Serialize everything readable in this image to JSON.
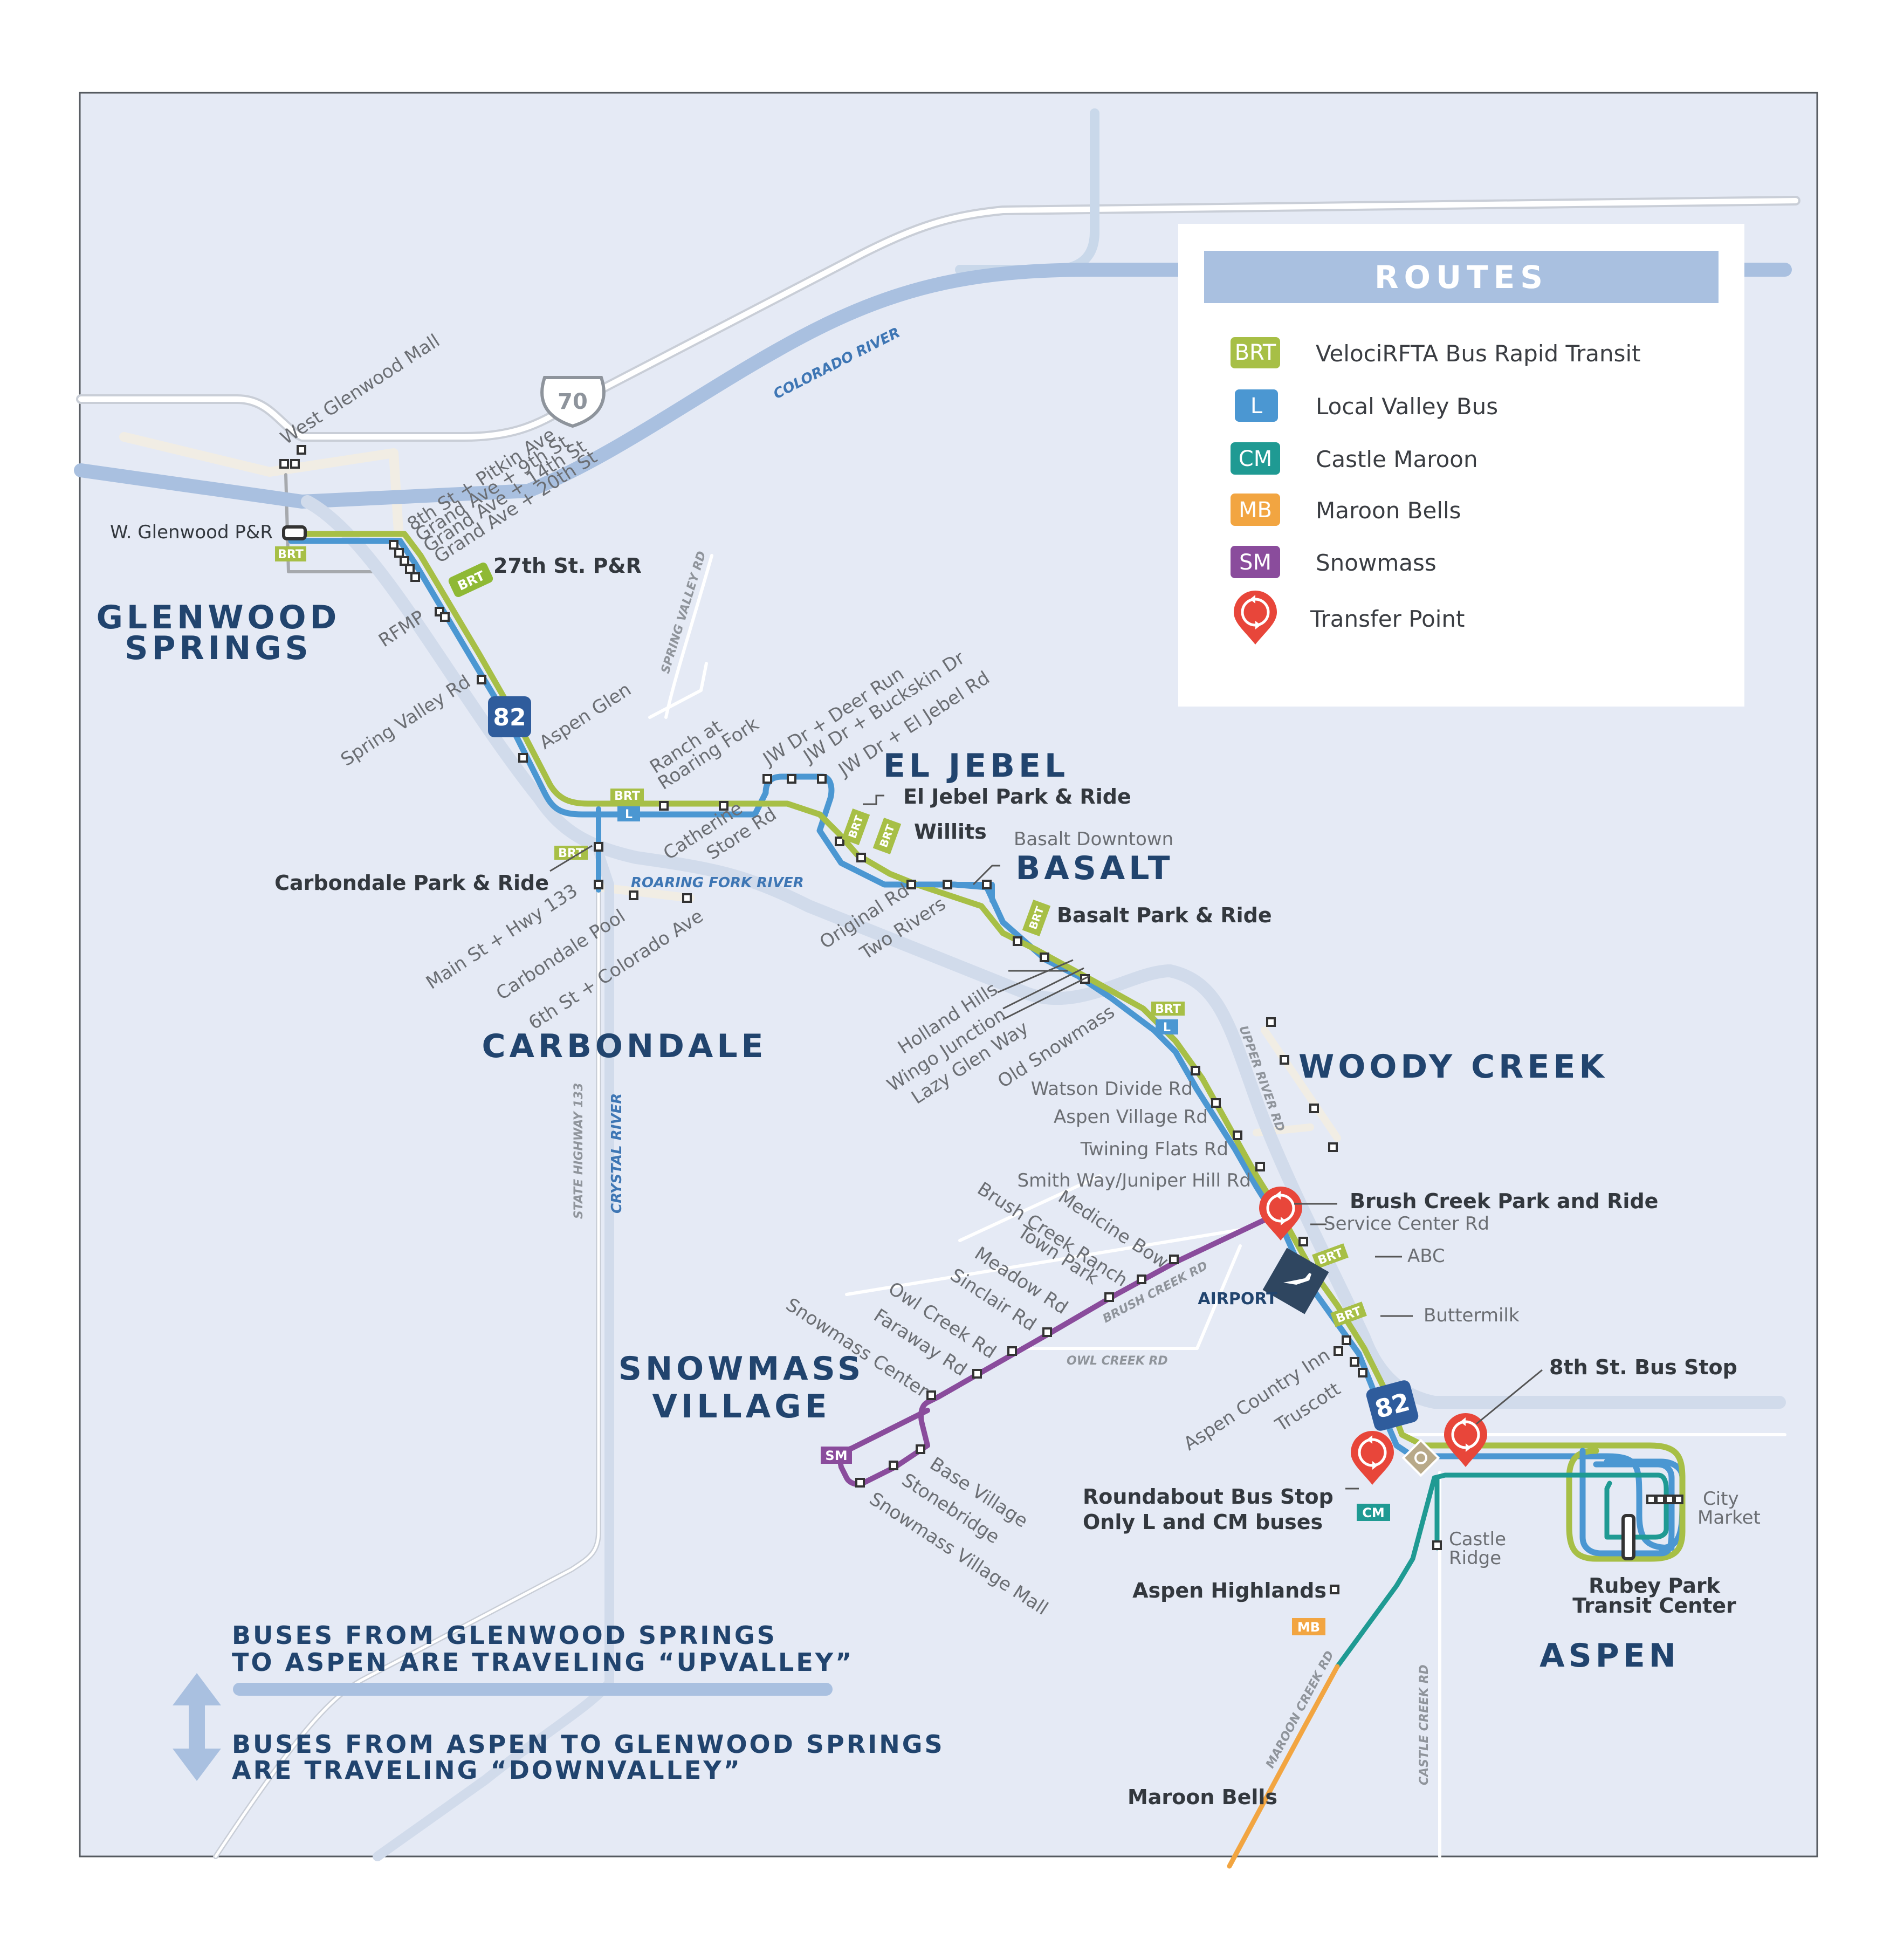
{
  "legend": {
    "title": "ROUTES",
    "items": [
      {
        "code": "BRT",
        "label": "VelociRFTA Bus Rapid Transit",
        "color": "#a7bf46"
      },
      {
        "code": "L",
        "label": "Local Valley Bus",
        "color": "#4b97d2"
      },
      {
        "code": "CM",
        "label": "Castle Maroon",
        "color": "#1f9a93"
      },
      {
        "code": "MB",
        "label": "Maroon Bells",
        "color": "#f2a541"
      },
      {
        "code": "SM",
        "label": "Snowmass",
        "color": "#8a4c9c"
      }
    ],
    "transfer_label": "Transfer Point"
  },
  "colors": {
    "background": "#e5eaf5",
    "brt": "#a7bf46",
    "local": "#4b97d2",
    "castle_maroon": "#1f9a93",
    "maroon_bells": "#f2a541",
    "snowmass": "#8a4c9c",
    "transfer": "#e8463a",
    "river": "#a9c0e0",
    "town_label": "#21446e"
  },
  "towns": {
    "glenwood_1": "GLENWOOD",
    "glenwood_2": "SPRINGS",
    "el_jebel": "EL JEBEL",
    "basalt": "BASALT",
    "carbondale": "CARBONDALE",
    "woody_creek": "WOODY CREEK",
    "snowmass_1": "SNOWMASS",
    "snowmass_2": "VILLAGE",
    "aspen": "ASPEN"
  },
  "highways": {
    "i70": "70",
    "hwy82": "82"
  },
  "rivers": {
    "colorado": "COLORADO RIVER",
    "roaring_fork": "ROARING FORK RIVER",
    "crystal": "CRYSTAL RIVER"
  },
  "roads": {
    "spring_valley": "SPRING VALLEY RD",
    "state_hwy_133": "STATE HIGHWAY 133",
    "upper_river": "UPPER RIVER RD",
    "brush_creek": "BRUSH CREEK RD",
    "owl_creek": "OWL CREEK RD",
    "maroon_creek": "MAROON CREEK RD",
    "castle_creek": "CASTLE CREEK RD"
  },
  "key_stops": {
    "w_glenwood_pr": "W. Glenwood P&R",
    "st27_pr": "27th St. P&R",
    "el_jebel_pr": "El Jebel Park & Ride",
    "willits": "Willits",
    "carbondale_pr": "Carbondale Park & Ride",
    "basalt_pr": "Basalt Park & Ride",
    "brush_creek_pr": "Brush Creek Park and Ride",
    "st8_bus_stop": "8th St. Bus Stop",
    "roundabout_1": "Roundabout  Bus Stop",
    "roundabout_2": "Only L and CM buses",
    "aspen_highlands": "Aspen Highlands",
    "rubey_1": "Rubey Park",
    "rubey_2": "Transit Center",
    "maroon_bells": "Maroon Bells"
  },
  "stops": {
    "west_glenwood_mall": "West Glenwood Mall",
    "pitkin": "8th St + Pitkin Ave",
    "ninth": "Grand Ave + 9th St",
    "fourteenth": "Grand Ave + 14th St",
    "twentieth": "Grand Ave + 20th St",
    "rfmp": "RFMP",
    "spring_valley_rd": "Spring Valley Rd",
    "aspen_glen": "Aspen Glen",
    "ranch_1": "Ranch at",
    "ranch_2": "Roaring Fork",
    "deer_run": "JW Dr + Deer Run",
    "buckskin": "JW Dr + Buckskin Dr",
    "el_jebel_rd": "JW Dr + El Jebel Rd",
    "catherine_1": "Catherine",
    "catherine_2": "Store Rd",
    "basalt_downtown": "Basalt Downtown",
    "original_rd": "Original Rd",
    "two_rivers": "Two Rivers",
    "main_hwy133": "Main St + Hwy 133",
    "carbondale_pool": "Carbondale Pool",
    "sixth_colorado": "6th St + Colorado Ave",
    "holland_hills": "Holland Hills",
    "wingo": "Wingo Junction",
    "lazy_glen": "Lazy Glen Way",
    "old_snowmass": "Old Snowmass",
    "watson": "Watson Divide Rd",
    "aspen_village": "Aspen Village Rd",
    "twining": "Twining Flats Rd",
    "smith_way": "Smith Way/Juniper Hill Rd",
    "service_center": "Service Center Rd",
    "abc": "ABC",
    "airport": "AIRPORT",
    "buttermilk": "Buttermilk",
    "aspen_country_inn": "Aspen Country Inn",
    "truscott": "Truscott",
    "medicine_bow": "Medicine Bow",
    "brush_creek_ranch": "Brush Creek Ranch",
    "town_park": "Town Park",
    "meadow": "Meadow Rd",
    "sinclair": "Sinclair Rd",
    "owl_creek_rd_stop": "Owl Creek Rd",
    "faraway": "Faraway Rd",
    "snowmass_center": "Snowmass Center",
    "base_village": "Base Village",
    "stonebridge": "Stonebridge",
    "snowmass_mall": "Snowmass Village Mall",
    "castle_ridge_1": "Castle",
    "castle_ridge_2": "Ridge",
    "city_market_1": "City",
    "city_market_2": "Market"
  },
  "note": {
    "up_1": "BUSES FROM GLENWOOD SPRINGS",
    "up_2": "TO ASPEN ARE TRAVELING “UPVALLEY”",
    "down_1": "BUSES FROM ASPEN TO GLENWOOD SPRINGS",
    "down_2": "ARE TRAVELING “DOWNVALLEY”"
  }
}
